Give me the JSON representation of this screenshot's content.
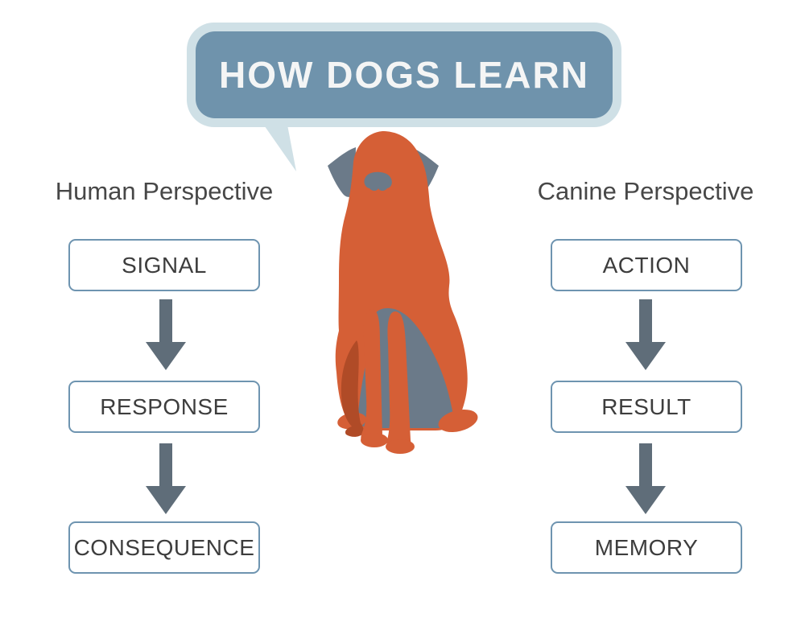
{
  "title": {
    "text": "HOW DOGS LEARN"
  },
  "columns": [
    {
      "heading": "Human Perspective",
      "steps": [
        "SIGNAL",
        "RESPONSE",
        "CONSEQUENCE"
      ]
    },
    {
      "heading": "Canine Perspective",
      "steps": [
        "ACTION",
        "RESULT",
        "MEMORY"
      ]
    }
  ],
  "illustration": {
    "icon": "sitting-dog-back-view-illustration",
    "bubble_tail": "speech-bubble-tail-icon",
    "arrow_icon": "down-arrow-icon"
  },
  "colors": {
    "background": "#ffffff",
    "bubble_fill": "#6f93ac",
    "bubble_border": "#cfe0e6",
    "title_text": "#f4f5f5",
    "heading_text": "#474747",
    "box_border": "#6e94b0",
    "box_text": "#3d3d3d",
    "arrow": "#5f6d79",
    "dog_orange": "#d55f36",
    "dog_dark_orange": "#b04b27",
    "dog_gray": "#6b7a89"
  }
}
